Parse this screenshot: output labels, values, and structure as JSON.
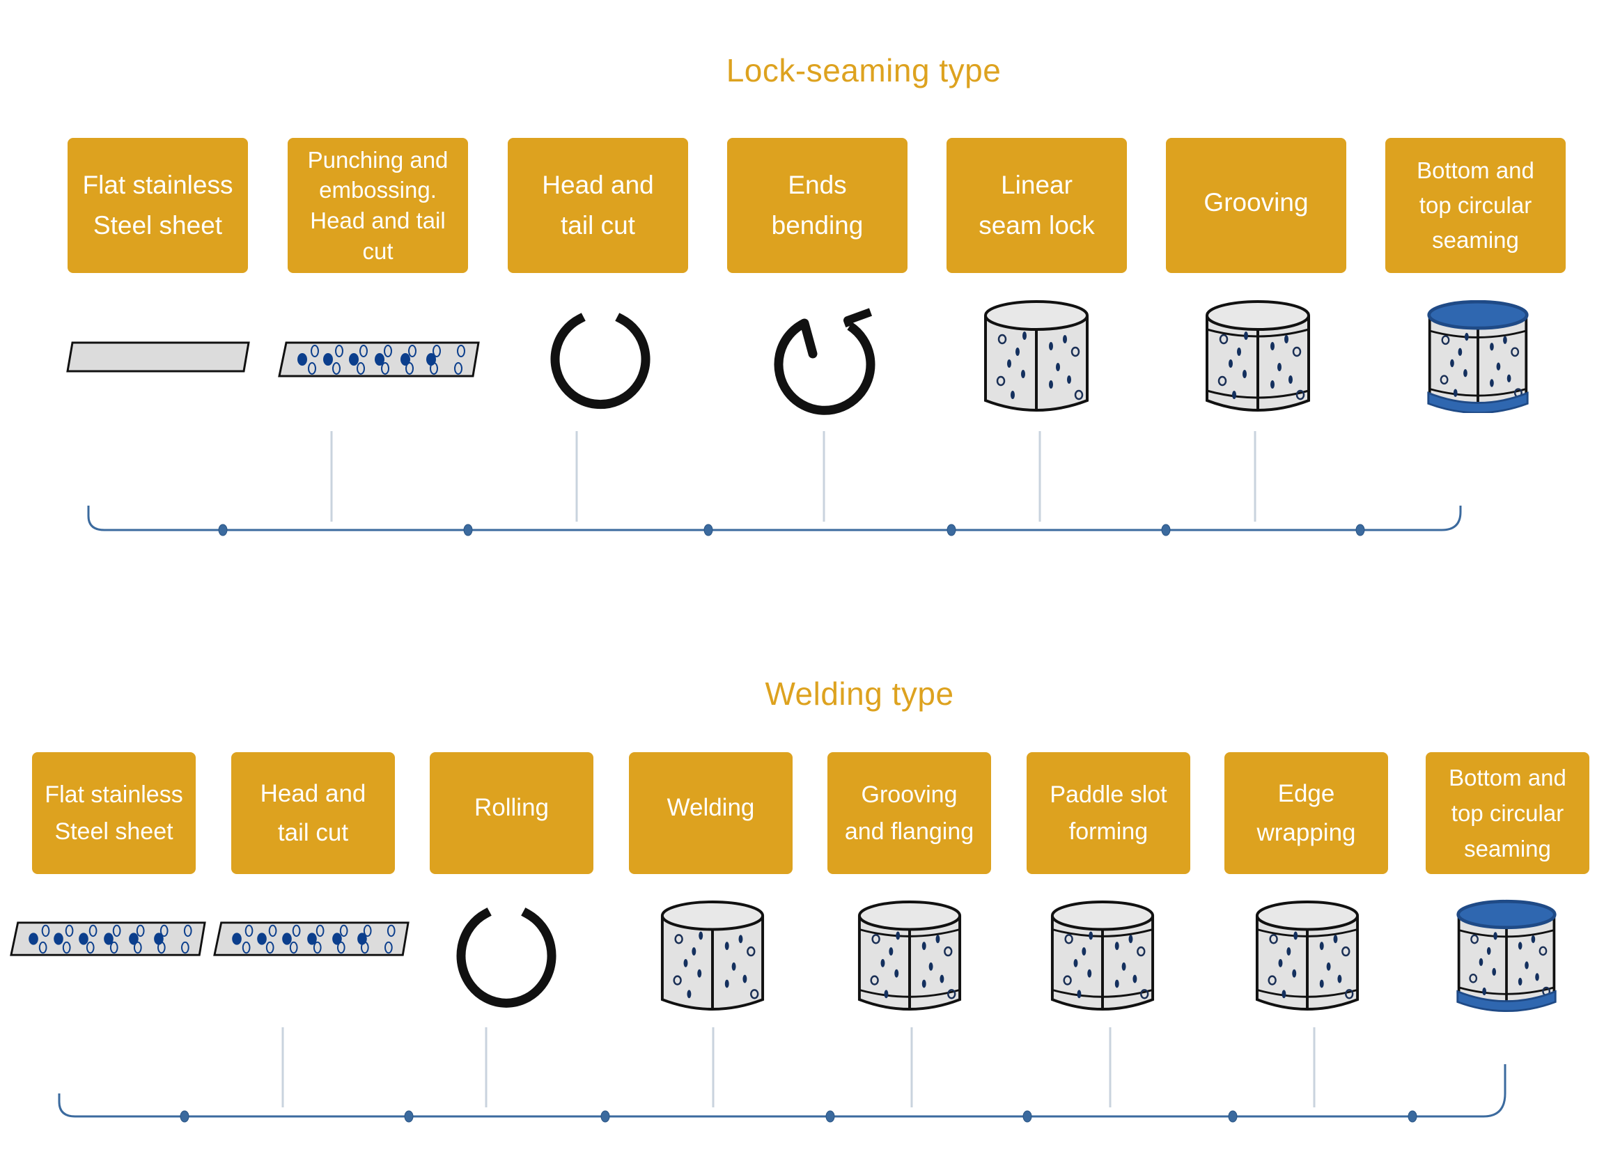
{
  "colors": {
    "accent": "#DDA21F",
    "box_text": "#FFFFFF",
    "timeline": "#3B6A9E",
    "steel_fill": "#DCDCDC",
    "outline": "#111111",
    "lid_blue": "#2F67B0",
    "hole_blue": "#0B3E8C"
  },
  "sections": [
    {
      "title": "Lock-seaming type",
      "steps": [
        {
          "label": "Flat stainless\nSteel sheet",
          "icon": "flat-sheet-icon"
        },
        {
          "label": "Punching and\nembossing.\nHead and tail\ncut",
          "icon": "perforated-sheet-icon"
        },
        {
          "label": "Head and\ntail cut",
          "icon": "open-ring-icon"
        },
        {
          "label": "Ends\nbending",
          "icon": "bent-ring-icon"
        },
        {
          "label": "Linear\nseam lock",
          "icon": "seamed-cylinder-icon"
        },
        {
          "label": "Grooving",
          "icon": "grooved-cylinder-icon"
        },
        {
          "label": "Bottom and\ntop circular\nseaming",
          "icon": "finished-drum-icon"
        }
      ]
    },
    {
      "title": "Welding type",
      "steps": [
        {
          "label": "Flat stainless\nSteel sheet",
          "icon": "perforated-sheet-icon"
        },
        {
          "label": "Head and\ntail cut",
          "icon": "perforated-sheet-icon"
        },
        {
          "label": "Rolling",
          "icon": "open-ring-icon"
        },
        {
          "label": "Welding",
          "icon": "seamed-cylinder-icon"
        },
        {
          "label": "Grooving\nand flanging",
          "icon": "grooved-cylinder-icon"
        },
        {
          "label": "Paddle slot\nforming",
          "icon": "grooved-cylinder-icon"
        },
        {
          "label": "Edge\nwrapping",
          "icon": "grooved-cylinder-icon"
        },
        {
          "label": "Bottom and\ntop circular\nseaming",
          "icon": "finished-drum-icon"
        }
      ]
    }
  ]
}
